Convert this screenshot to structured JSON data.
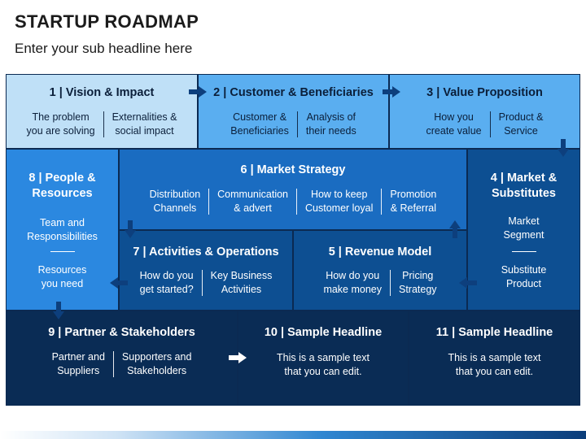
{
  "header": {
    "title": "STARTUP ROADMAP",
    "subtitle": "Enter your sub headline here"
  },
  "boxes": {
    "b1": {
      "title": "1 | Vision & Impact",
      "items": [
        "The problem\nyou are solving",
        "Externalities &\nsocial impact"
      ]
    },
    "b2": {
      "title": "2 | Customer &  Beneficiaries",
      "items": [
        "Customer &\nBeneficiaries",
        "Analysis of\ntheir needs"
      ]
    },
    "b3": {
      "title": "3 | Value Proposition",
      "items": [
        "How you\ncreate value",
        "Product &\nService"
      ]
    },
    "b8": {
      "title": "8 | People &\nResources",
      "items": [
        "Team and\nResponsibilities",
        "Resources\nyou need"
      ]
    },
    "b6": {
      "title": "6 | Market Strategy",
      "items": [
        "Distribution\nChannels",
        "Communication\n& advert",
        "How to keep\nCustomer loyal",
        "Promotion\n& Referral"
      ]
    },
    "b4": {
      "title": "4 | Market &\nSubstitutes",
      "items": [
        "Market\nSegment",
        "Substitute\nProduct"
      ]
    },
    "b7": {
      "title": "7 | Activities & Operations",
      "items": [
        "How do you\nget started?",
        "Key Business\nActivities"
      ]
    },
    "b5": {
      "title": "5 | Revenue Model",
      "items": [
        "How do you\nmake money",
        "Pricing\nStrategy"
      ]
    },
    "b9": {
      "title": "9 | Partner & Stakeholders",
      "items": [
        "Partner and\nSuppliers",
        "Supporters and\nStakeholders"
      ]
    },
    "b10": {
      "title": "10 | Sample Headline",
      "text": "This is a sample text\nthat you can edit."
    },
    "b11": {
      "title": "11 | Sample Headline",
      "text": "This is a sample text\nthat you can edit."
    }
  },
  "colors": {
    "light": "#bfe0f7",
    "medium": "#5aaef0",
    "blue": "#2b88e0",
    "mid": "#1a6cc1",
    "dark": "#0d4f92",
    "navy": "#0a2c55",
    "arrow": "#0d3f7d"
  }
}
